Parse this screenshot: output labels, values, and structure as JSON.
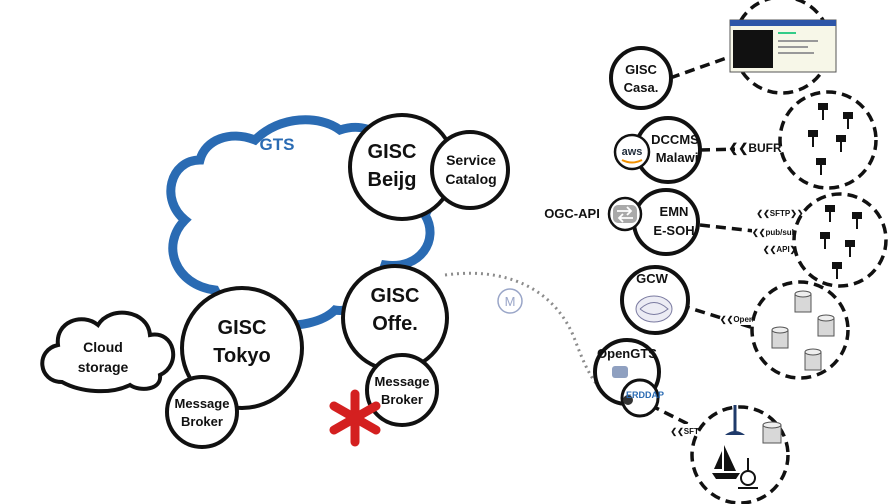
{
  "cloud": {
    "label": "GTS",
    "color": "#2a6bb3"
  },
  "cloud_storage": {
    "label_line1": "Cloud",
    "label_line2": "storage"
  },
  "gisc_beijing": {
    "line1": "GISC",
    "line2": "Beijg"
  },
  "service_catalog": {
    "line1": "Service",
    "line2": "Catalog"
  },
  "gisc_tokyo": {
    "line1": "GISC",
    "line2": "Tokyo"
  },
  "gisc_offenbach": {
    "line1": "GISC",
    "line2": "Offe."
  },
  "message_broker_tokyo": {
    "line1": "Message",
    "line2": "Broker"
  },
  "message_broker_offenbach": {
    "line1": "Message",
    "line2": "Broker"
  },
  "mqtt_symbol": "M",
  "gisc_casablanca": {
    "line1": "GISC",
    "line2": "Casa."
  },
  "dccms_malawi": {
    "line1": "DCCMS",
    "line2": "Malawi",
    "logo_text": "aws"
  },
  "emn_esoh": {
    "line1": "EMN",
    "line2": "E-SOH"
  },
  "ogc_api_label": "OGC-API",
  "gcw": {
    "label": "GCW"
  },
  "opengts": {
    "label": "OpenGTS",
    "erddap": "ERDDAP"
  },
  "protocols": {
    "bufr": "BUFR",
    "sftp": "SFTP",
    "pubsub": "pub/sub",
    "api": "API",
    "opendap": "OpenDAP",
    "sftp2": "SFTP"
  },
  "colors": {
    "asterisk": "#d42020",
    "mqtt": "#9aa6c8"
  }
}
